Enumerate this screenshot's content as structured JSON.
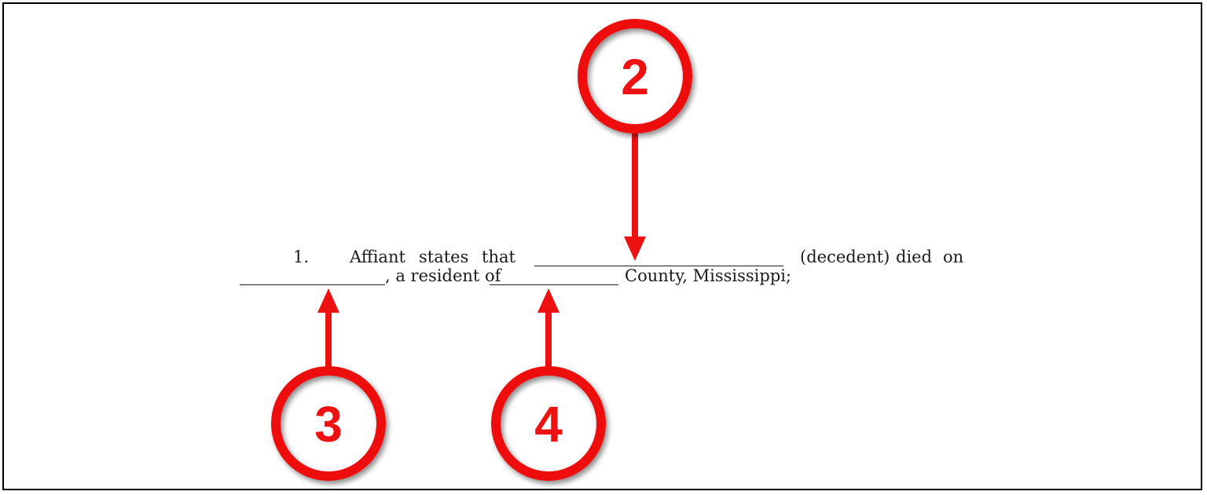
{
  "page": {
    "background_color": "#ffffff",
    "border_color": "#000000"
  },
  "document": {
    "line1": [
      "1.",
      "Affiant",
      "states",
      "that",
      "(decedent)",
      "died",
      "on"
    ],
    "line2": [
      ", a resident of",
      "County, Mississippi;"
    ]
  },
  "callouts": {
    "accent_color": "#ee1111",
    "items": [
      {
        "label": "2"
      },
      {
        "label": "3"
      },
      {
        "label": "4"
      }
    ]
  }
}
